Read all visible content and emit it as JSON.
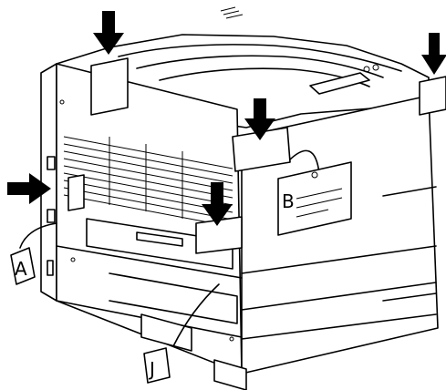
{
  "labels": {
    "a": "A",
    "b": "B",
    "j": "J"
  },
  "icons": {
    "arrows": [
      "arrow-down-icon",
      "arrow-down-icon",
      "arrow-down-icon",
      "arrow-down-icon",
      "arrow-down-icon",
      "arrow-right-icon"
    ]
  },
  "colors": {
    "line": "#000000",
    "background": "#ffffff"
  }
}
